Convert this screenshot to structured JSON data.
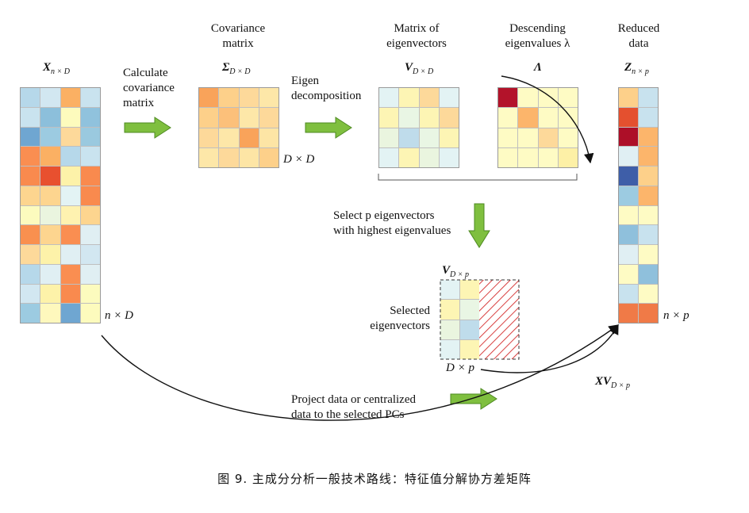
{
  "labels": {
    "cov_title_1": "Covariance",
    "cov_title_2": "matrix",
    "eigvec_title_1": "Matrix of",
    "eigvec_title_2": "eigenvectors",
    "eigval_title_1": "Descending",
    "eigval_title_2": "eigenvalues λ",
    "reduced_title_1": "Reduced",
    "reduced_title_2": "data",
    "calc_1": "Calculate",
    "calc_2": "covariance",
    "calc_3": "matrix",
    "eigen_1": "Eigen",
    "eigen_2": "decomposition",
    "select_1": "Select p eigenvectors",
    "select_2": "with highest eigenvalues",
    "selected_1": "Selected",
    "selected_2": "eigenvectors",
    "project_1": "Project data or centralized",
    "project_2": "data to the selected PCs"
  },
  "math": {
    "X": "X",
    "X_sub": "n × D",
    "Sigma": "Σ",
    "Sigma_sub": "D × D",
    "V": "V",
    "V_sub": "D × D",
    "Lambda": "Λ",
    "Z": "Z",
    "Z_sub": "n × p",
    "Vp": "V",
    "Vp_sub": "D × p",
    "XV": "XV",
    "XV_sub": "D × p",
    "dim_X": "n × D",
    "dim_Sigma": "D × D",
    "dim_Vp": "D × p",
    "dim_Z": "n × p"
  },
  "caption": "图 9. 主成分分析一般技术路线：特征值分解协方差矩阵",
  "colors": {
    "arrow_green": "#7fbf3f",
    "hatch_red": "#d84040"
  },
  "matrices": {
    "X": {
      "cols": 4,
      "cells": [
        "#b6d8ea",
        "#d2e7f1",
        "#fbb063",
        "#c9e3ef",
        "#c9e3ef",
        "#8cbfdb",
        "#fdfbbd",
        "#90c2dd",
        "#6fa6d1",
        "#9ccbe1",
        "#fdd99a",
        "#9ac9df",
        "#fa8e51",
        "#fbb063",
        "#b6d8ea",
        "#c9e3ef",
        "#f98a4e",
        "#e8502f",
        "#fdf2a9",
        "#f98a4e",
        "#fdd58f",
        "#fdd58f",
        "#e3f3f4",
        "#f98a4e",
        "#fcfbbe",
        "#eaf5df",
        "#fef2b0",
        "#fdd58f",
        "#f9904f",
        "#fdd58f",
        "#fa8e51",
        "#e0eff3",
        "#fdd99a",
        "#fdf2a9",
        "#e0eff3",
        "#d2e7f1",
        "#b6d8ea",
        "#e0eff3",
        "#fa8e51",
        "#e0eff3",
        "#d2e7f1",
        "#fdf2a9",
        "#f98a4e",
        "#fcfbbe",
        "#9ccbe1",
        "#fef8bd",
        "#6fa6d1",
        "#fdfbbd"
      ]
    },
    "Sigma": {
      "cols": 4,
      "cells": [
        "#f9a35a",
        "#fdd08a",
        "#fdd99a",
        "#fde7a8",
        "#fdd08a",
        "#fcc07a",
        "#fde7a8",
        "#fdd99a",
        "#fdd99a",
        "#fde7a8",
        "#f9a35a",
        "#fde5a5",
        "#fde7a8",
        "#fdd99a",
        "#fde5a5",
        "#fdd08a"
      ]
    },
    "V": {
      "cols": 4,
      "cells": [
        "#e3f3f4",
        "#fdf5b4",
        "#fdd99a",
        "#e3f3f4",
        "#fdf5b4",
        "#e9f6e4",
        "#fdf5b4",
        "#fdd99a",
        "#eaf5df",
        "#bfdceb",
        "#e9f6e4",
        "#fdf5b4",
        "#e3f3f4",
        "#fdf5b4",
        "#eaf5df",
        "#e3f3f4"
      ]
    },
    "Lambda": {
      "cols": 4,
      "cells": [
        "#b3132a",
        "#fefbc4",
        "#fefbc4",
        "#fefbc4",
        "#fefbc4",
        "#fcb56b",
        "#fefbc4",
        "#fefbc4",
        "#fefbc4",
        "#fefbc4",
        "#fdd99a",
        "#fefbc4",
        "#fefbc4",
        "#fefbc4",
        "#fefbc4",
        "#fdf0a6"
      ]
    },
    "Z": {
      "cols": 2,
      "cells": [
        "#fdd08a",
        "#c8e2ee",
        "#e4502f",
        "#c8e2ee",
        "#ad0f28",
        "#fcb56b",
        "#e0eff3",
        "#fcb56b",
        "#3e5ea8",
        "#fdd08a",
        "#9ccbe1",
        "#fcb56b",
        "#fefbc4",
        "#fefbc4",
        "#8fc0dc",
        "#c8e2ee",
        "#e0eff3",
        "#fefbc4",
        "#fefbc4",
        "#8fc0dc",
        "#c8e2ee",
        "#fefbc4",
        "#f07a47",
        "#f07a47"
      ]
    },
    "Vp": {
      "cols": 2,
      "cells": [
        "#e3f3f4",
        "#fdf5b4",
        "#fdf5b4",
        "#e9f6e4",
        "#eaf5df",
        "#bfdceb",
        "#e3f3f4",
        "#fdf5b4"
      ]
    }
  }
}
